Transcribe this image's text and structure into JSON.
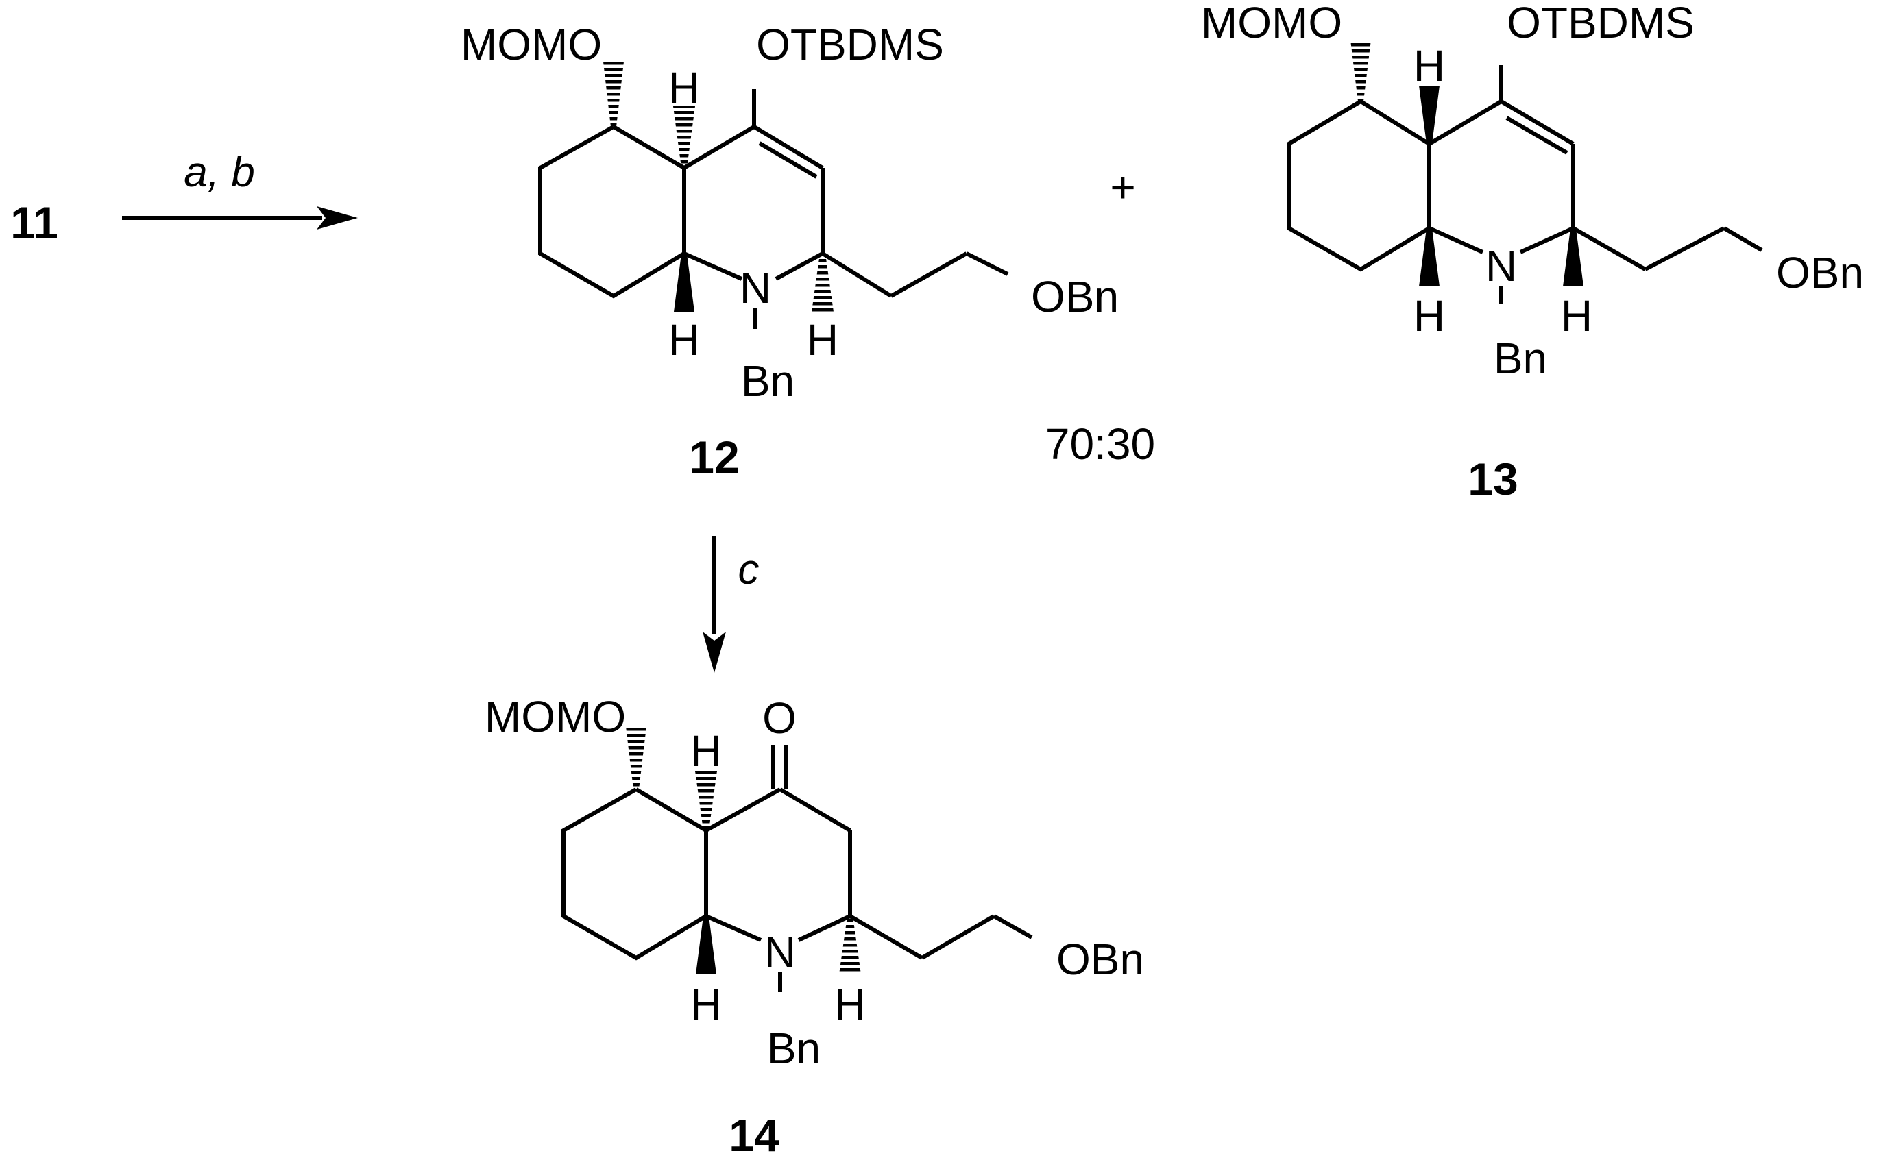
{
  "scheme": {
    "start_compound": "11",
    "reaction_1": {
      "conditions": "a, b"
    },
    "plus_sign": "+",
    "product_ratio": "70:30",
    "reaction_2": {
      "conditions": "c"
    }
  },
  "compounds": {
    "c12": {
      "number": "12",
      "labels": {
        "momo": "MOMO",
        "otbdms": "OTBDMS",
        "h_top": "H",
        "n": "N",
        "h_left": "H",
        "h_right": "H",
        "bn": "Bn",
        "obn": "OBn"
      }
    },
    "c13": {
      "number": "13",
      "labels": {
        "momo": "MOMO",
        "otbdms": "OTBDMS",
        "h_top": "H",
        "n": "N",
        "h_left": "H",
        "h_right": "H",
        "bn": "Bn",
        "obn": "OBn"
      }
    },
    "c14": {
      "number": "14",
      "labels": {
        "momo": "MOMO",
        "o": "O",
        "h_top": "H",
        "n": "N",
        "h_left": "H",
        "h_right": "H",
        "bn": "Bn",
        "obn": "OBn"
      }
    }
  },
  "colors": {
    "ink": "#000000",
    "background": "#ffffff"
  }
}
